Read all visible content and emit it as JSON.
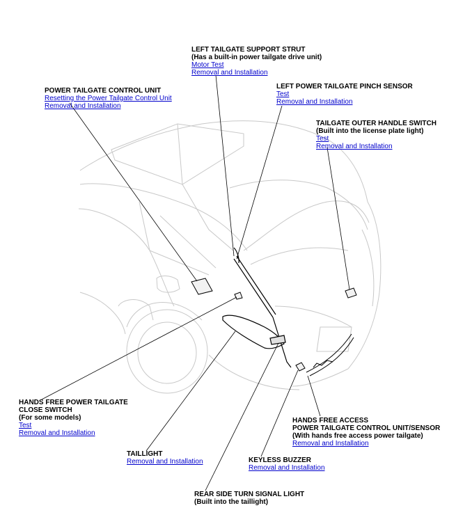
{
  "callouts": {
    "left_strut": {
      "title": "LEFT TAILGATE SUPPORT STRUT",
      "subtitle": "(Has a built-in power tailgate drive unit)",
      "links": [
        "Motor Test",
        "Removal and Installation"
      ]
    },
    "control_unit": {
      "title": "POWER TAILGATE CONTROL UNIT",
      "links": [
        "Resetting the Power Tailgate Control Unit",
        "Removal and Installation"
      ]
    },
    "pinch_sensor": {
      "title": "LEFT POWER TAILGATE PINCH SENSOR",
      "links": [
        "Test",
        "Removal and Installation"
      ]
    },
    "outer_handle": {
      "title": "TAILGATE OUTER HANDLE SWITCH",
      "subtitle": "(Built into the license plate light)",
      "links": [
        "Test",
        "Removal and Installation"
      ]
    },
    "hands_free_switch": {
      "title": "HANDS FREE POWER TAILGATE",
      "title2": "CLOSE SWITCH",
      "subtitle": "(For some models)",
      "links": [
        "Test",
        "Removal and Installation"
      ]
    },
    "hands_free_unit": {
      "title": "HANDS FREE ACCESS",
      "title2": "POWER TAILGATE CONTROL UNIT/SENSOR",
      "subtitle": "(With hands free access power tailgate)",
      "links": [
        "Removal and Installation"
      ]
    },
    "taillight": {
      "title": "TAILLIGHT",
      "links": [
        "Removal and Installation"
      ]
    },
    "keyless_buzzer": {
      "title": "KEYLESS BUZZER",
      "links": [
        "Removal and Installation"
      ]
    },
    "rear_turn_signal": {
      "title": "REAR SIDE TURN SIGNAL LIGHT",
      "subtitle": "(Built into the taillight)"
    }
  }
}
